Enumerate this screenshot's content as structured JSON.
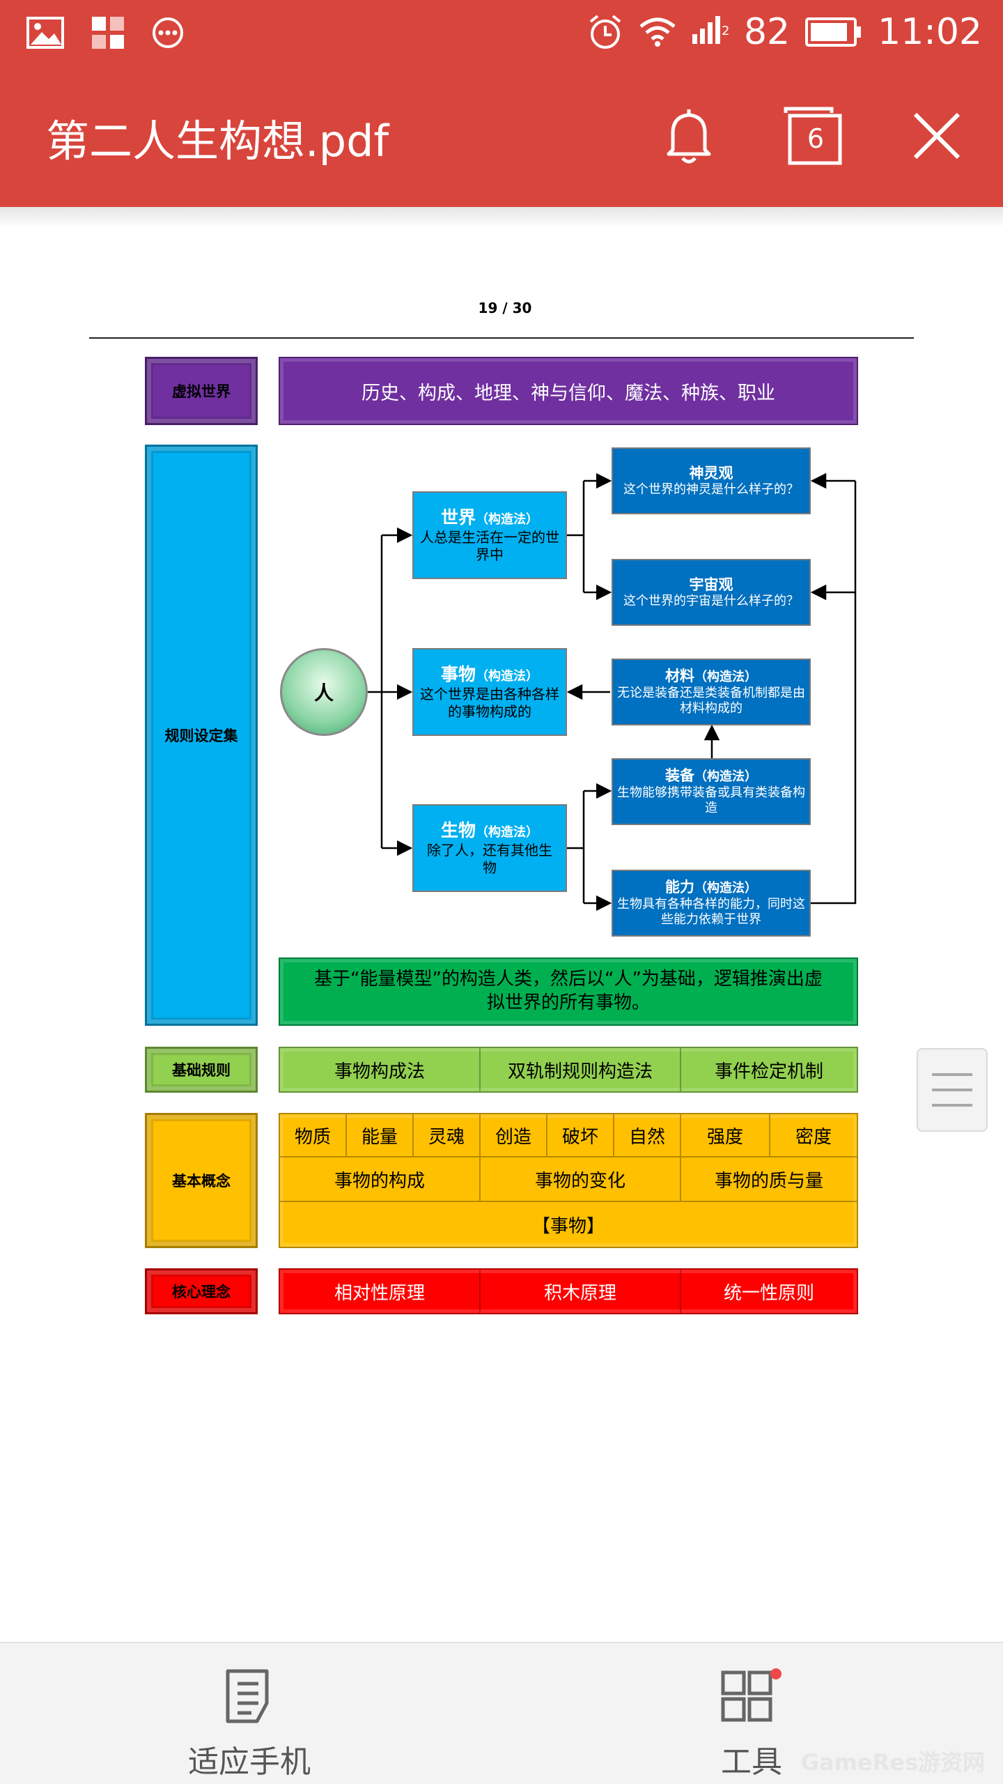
{
  "status_bar": {
    "battery": "82",
    "time": "11:02",
    "signal_label": "2"
  },
  "app_bar": {
    "title": "第二人生构想.pdf",
    "tab_count": "6"
  },
  "page": {
    "indicator": "19 / 30"
  },
  "diagram": {
    "virtual_world": {
      "label": "虚拟世界",
      "content": "历史、构成、地理、神与信仰、魔法、种族、职业"
    },
    "rules": {
      "label": "规则设定集",
      "human": "人",
      "world": {
        "title": "世界",
        "method": "（构造法）",
        "desc": "人总是生活在一定的世界中"
      },
      "things": {
        "title": "事物",
        "method": "（构造法）",
        "desc": "这个世界是由各种各样的事物构成的"
      },
      "creatures": {
        "title": "生物",
        "method": "（构造法）",
        "desc": "除了人，还有其他生物"
      },
      "deity": {
        "title": "神灵观",
        "desc": "这个世界的神灵是什么样子的？"
      },
      "cosmos": {
        "title": "宇宙观",
        "desc": "这个世界的宇宙是什么样子的？"
      },
      "material": {
        "title": "材料",
        "method": "（构造法）",
        "desc": "无论是装备还是类装备机制都是由材料构成的"
      },
      "equipment": {
        "title": "装备",
        "method": "（构造法）",
        "desc": "生物能够携带装备或具有类装备构造"
      },
      "ability": {
        "title": "能力",
        "method": "（构造法）",
        "desc": "生物具有各种各样的能力，同时这些能力依赖于世界"
      },
      "summary": "基于“能量模型”的构造人类，然后以“人”为基础，逻辑推演出虚拟世界的所有事物。"
    },
    "basic_rules": {
      "label": "基础规则",
      "items": [
        "事物构成法",
        "双轨制规则构造法",
        "事件检定机制"
      ]
    },
    "basic_concepts": {
      "label": "基本概念",
      "row1": [
        "物质",
        "能量",
        "灵魂",
        "创造",
        "破坏",
        "自然",
        "强度",
        "密度"
      ],
      "row2": [
        "事物的构成",
        "事物的变化",
        "事物的质与量"
      ],
      "row3": "【事物】"
    },
    "core_ideas": {
      "label": "核心理念",
      "items": [
        "相对性原理",
        "积木原理",
        "统一性原则"
      ]
    }
  },
  "bottom_bar": {
    "fit": "适应手机",
    "tools": "工具",
    "watermark": "GameRes游资网"
  }
}
